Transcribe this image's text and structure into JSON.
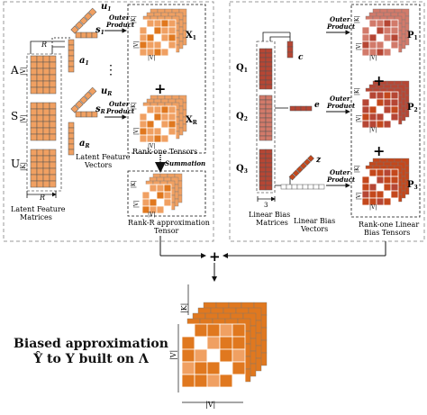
{
  "left_panel": {
    "matrices": {
      "A": "A",
      "S": "S",
      "U": "U"
    },
    "dims": {
      "v": "|V|",
      "r": "R",
      "k": "|K|"
    },
    "vectors": {
      "s1": "s",
      "s1_sub": "1",
      "a1": "a",
      "a1_sub": "1",
      "u1": "u",
      "u1_sub": "1",
      "sR": "s",
      "sR_sub": "R",
      "uR": "u",
      "uR_sub": "R",
      "aR": "a",
      "aR_sub": "R"
    },
    "outer_product": [
      "Outer",
      "Product"
    ],
    "tensors": {
      "x1": "X",
      "x1_sub": "1",
      "xR": "X",
      "xR_sub": "R"
    },
    "ellipsis": "⋮",
    "plus": "+",
    "summation": "Summation",
    "labels": {
      "latent_feature_matrices": [
        "Latent Feature",
        "Matrices"
      ],
      "latent_feature_vectors": [
        "Latent Feature",
        "Vectors"
      ],
      "rank_one_tensors": "Rank-one Tensors",
      "rank_r_tensor": [
        "Rank-R approximation",
        "Tensor"
      ]
    }
  },
  "right_panel": {
    "matrices": {
      "q1": "Q",
      "q1_sub": "1",
      "q2": "Q",
      "q2_sub": "2",
      "q3": "Q",
      "q3_sub": "3"
    },
    "dims": {
      "three": "3"
    },
    "vectors": {
      "c": "c",
      "e": "e",
      "z": "z"
    },
    "outer_product": [
      "Outer",
      "Product"
    ],
    "tensors": {
      "p1": "P",
      "p1_sub": "1",
      "p2": "P",
      "p2_sub": "2",
      "p3": "P",
      "p3_sub": "3"
    },
    "labels": {
      "linear_bias_matrices": [
        "Linear Bias",
        "Matrices"
      ],
      "linear_bias_vectors": [
        "Linear Bias",
        "Vectors"
      ],
      "rank_one_linear_bias_tensors": [
        "Rank-one Linear",
        "Bias Tensors"
      ]
    }
  },
  "final": {
    "plus": "+",
    "caption": [
      "Biased approximation",
      "Ŷ to Y built on Λ"
    ]
  },
  "colors": {
    "orange_light": "#fbc89a",
    "orange": "#f0a062",
    "orange_dark": "#e0781f",
    "red_light": "#d27a6a",
    "red": "#b64634",
    "red_dark": "#c4481c",
    "gray_border": "#8a8a8a"
  },
  "icons": [
    "plus-icon",
    "ellipsis-icon",
    "arrow-icon"
  ]
}
